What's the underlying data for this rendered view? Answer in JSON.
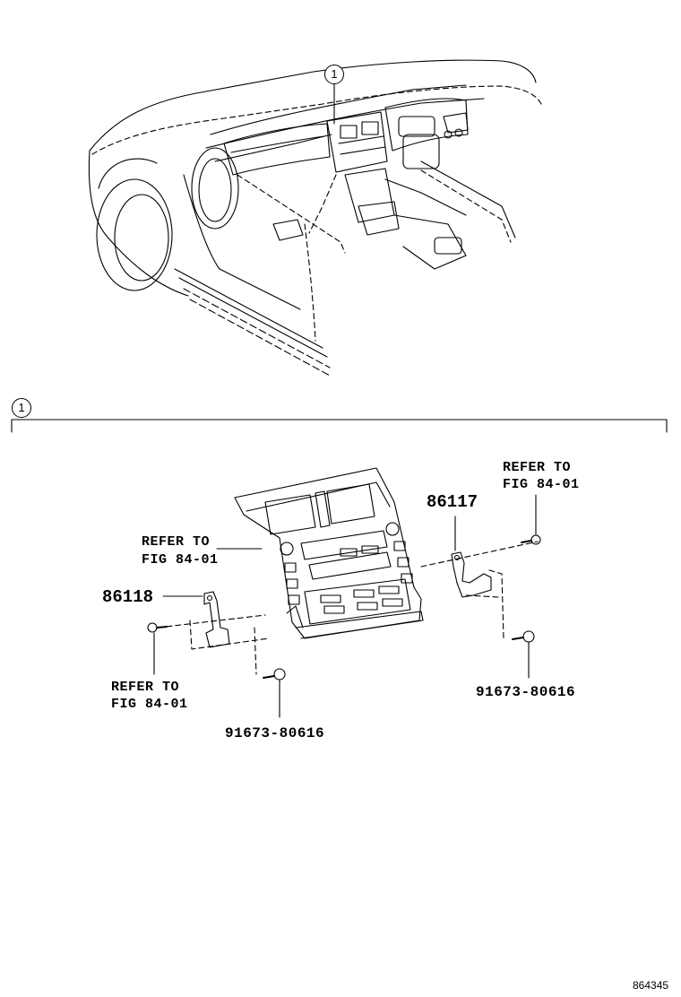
{
  "callouts": {
    "top_marker": "1",
    "section_marker": "1"
  },
  "labels": {
    "refer_upper_left_line1": "REFER TO",
    "refer_upper_left_line2": "FIG 84-01",
    "refer_upper_right_line1": "REFER TO",
    "refer_upper_right_line2": "FIG 84-01",
    "refer_lower_left_line1": "REFER TO",
    "refer_lower_left_line2": "FIG 84-01",
    "part_86118": "86118",
    "part_86117": "86117",
    "screw_left": "91673-80616",
    "screw_right": "91673-80616"
  },
  "image_id": "864345",
  "colors": {
    "line": "#000000",
    "background": "#ffffff"
  }
}
